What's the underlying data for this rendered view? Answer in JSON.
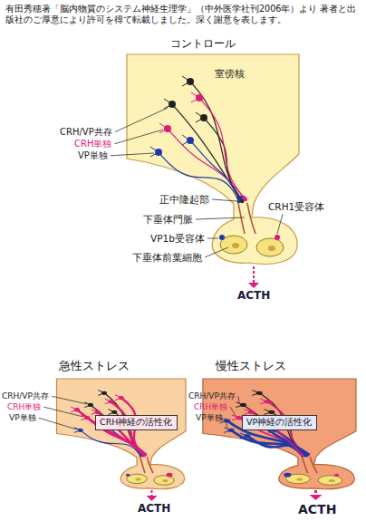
{
  "diagram": {
    "caption": "有田秀穂著「脳内物質のシステム神経生理学」（中外医学社刊2006年）より 著者と出版社のご厚意により許可を得て転載しました。深く謝意を表します。",
    "nodes": [
      {
        "text": [
          "コントロール"
        ]
      },
      {
        "text": [
          "急性ストレス"
        ]
      },
      {
        "text": [
          "CRH神経の活性化"
        ],
        "in": 1
      },
      {
        "text": [
          "慢性ストレス"
        ]
      },
      {
        "text": [
          "VP神経の活性化"
        ],
        "in": 3
      }
    ],
    "labels": [
      "室傍核",
      "CRH/VP共存",
      "CRH単独",
      "VP単独",
      "正中隆起部",
      "下垂体門脈",
      "CRH1受容体",
      "VP1b受容体",
      "下垂体前葉細胞",
      "ACTH",
      "CRH/VP共存",
      "CRH単独",
      "VP単独",
      "ACTH",
      "CRH/VP共存",
      "CRH単独",
      "VP単独",
      "ACTH"
    ]
  }
}
